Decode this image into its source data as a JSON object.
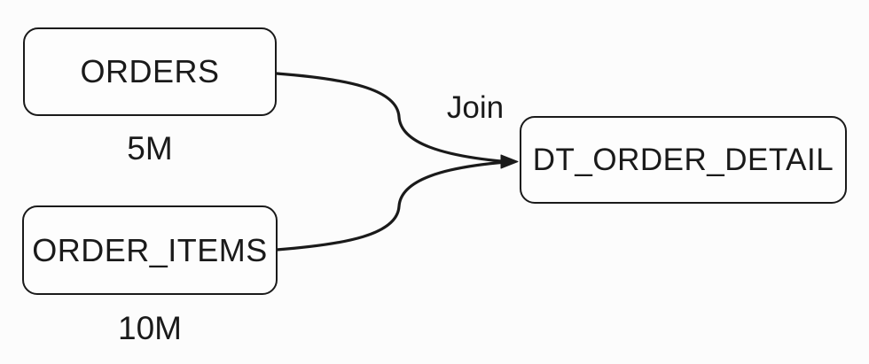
{
  "diagram": {
    "type": "flow-diagram",
    "edge_label": "Join",
    "nodes": {
      "orders": {
        "label": "ORDERS",
        "row_count": "5M"
      },
      "order_items": {
        "label": "ORDER_ITEMS",
        "row_count": "10M"
      },
      "dt_order_detail": {
        "label": "DT_ORDER_DETAIL"
      }
    },
    "edges": [
      {
        "from": "ORDERS",
        "to": "DT_ORDER_DETAIL",
        "label": "Join"
      },
      {
        "from": "ORDER_ITEMS",
        "to": "DT_ORDER_DETAIL",
        "label": "Join"
      }
    ],
    "colors": {
      "background": "#fcfcfc",
      "line": "#1a1a1a",
      "node_fill": "#fdfdfd",
      "text": "#1a1a1a"
    }
  }
}
